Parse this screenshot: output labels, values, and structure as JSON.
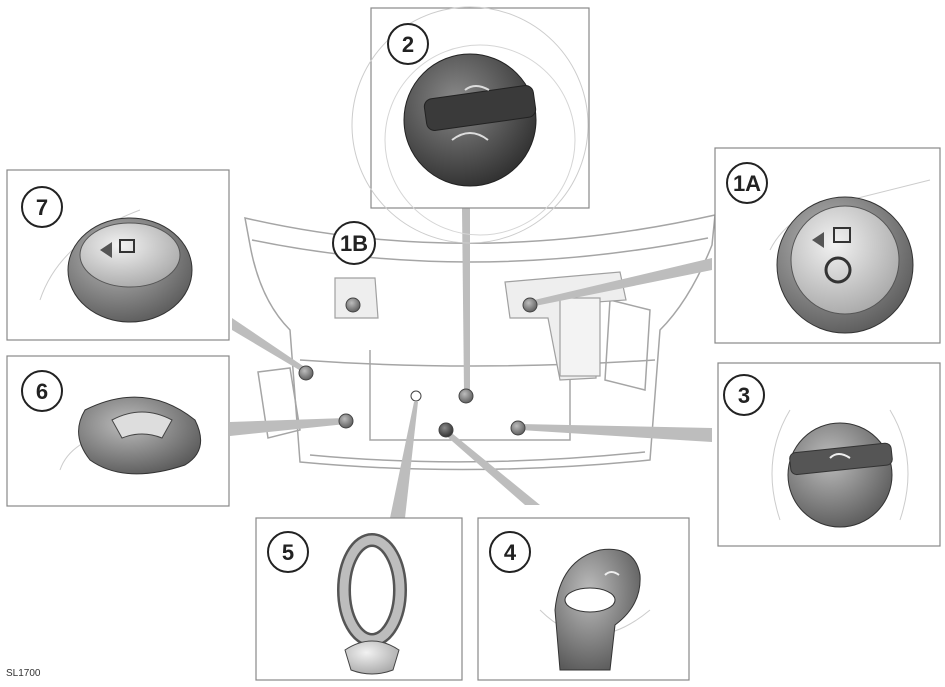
{
  "diagram": {
    "callouts": {
      "c1a": "1A",
      "c1b": "1B",
      "c2": "2",
      "c3": "3",
      "c4": "4",
      "c5": "5",
      "c6": "6",
      "c7": "7"
    },
    "reference_code": "SL1700"
  },
  "colors": {
    "line": "#9a9a9a",
    "pointer": "#b9b9b9",
    "cap_dark": "#4a4a4a",
    "cap_mid": "#7a7a7a",
    "cap_light": "#d8d8d8"
  }
}
